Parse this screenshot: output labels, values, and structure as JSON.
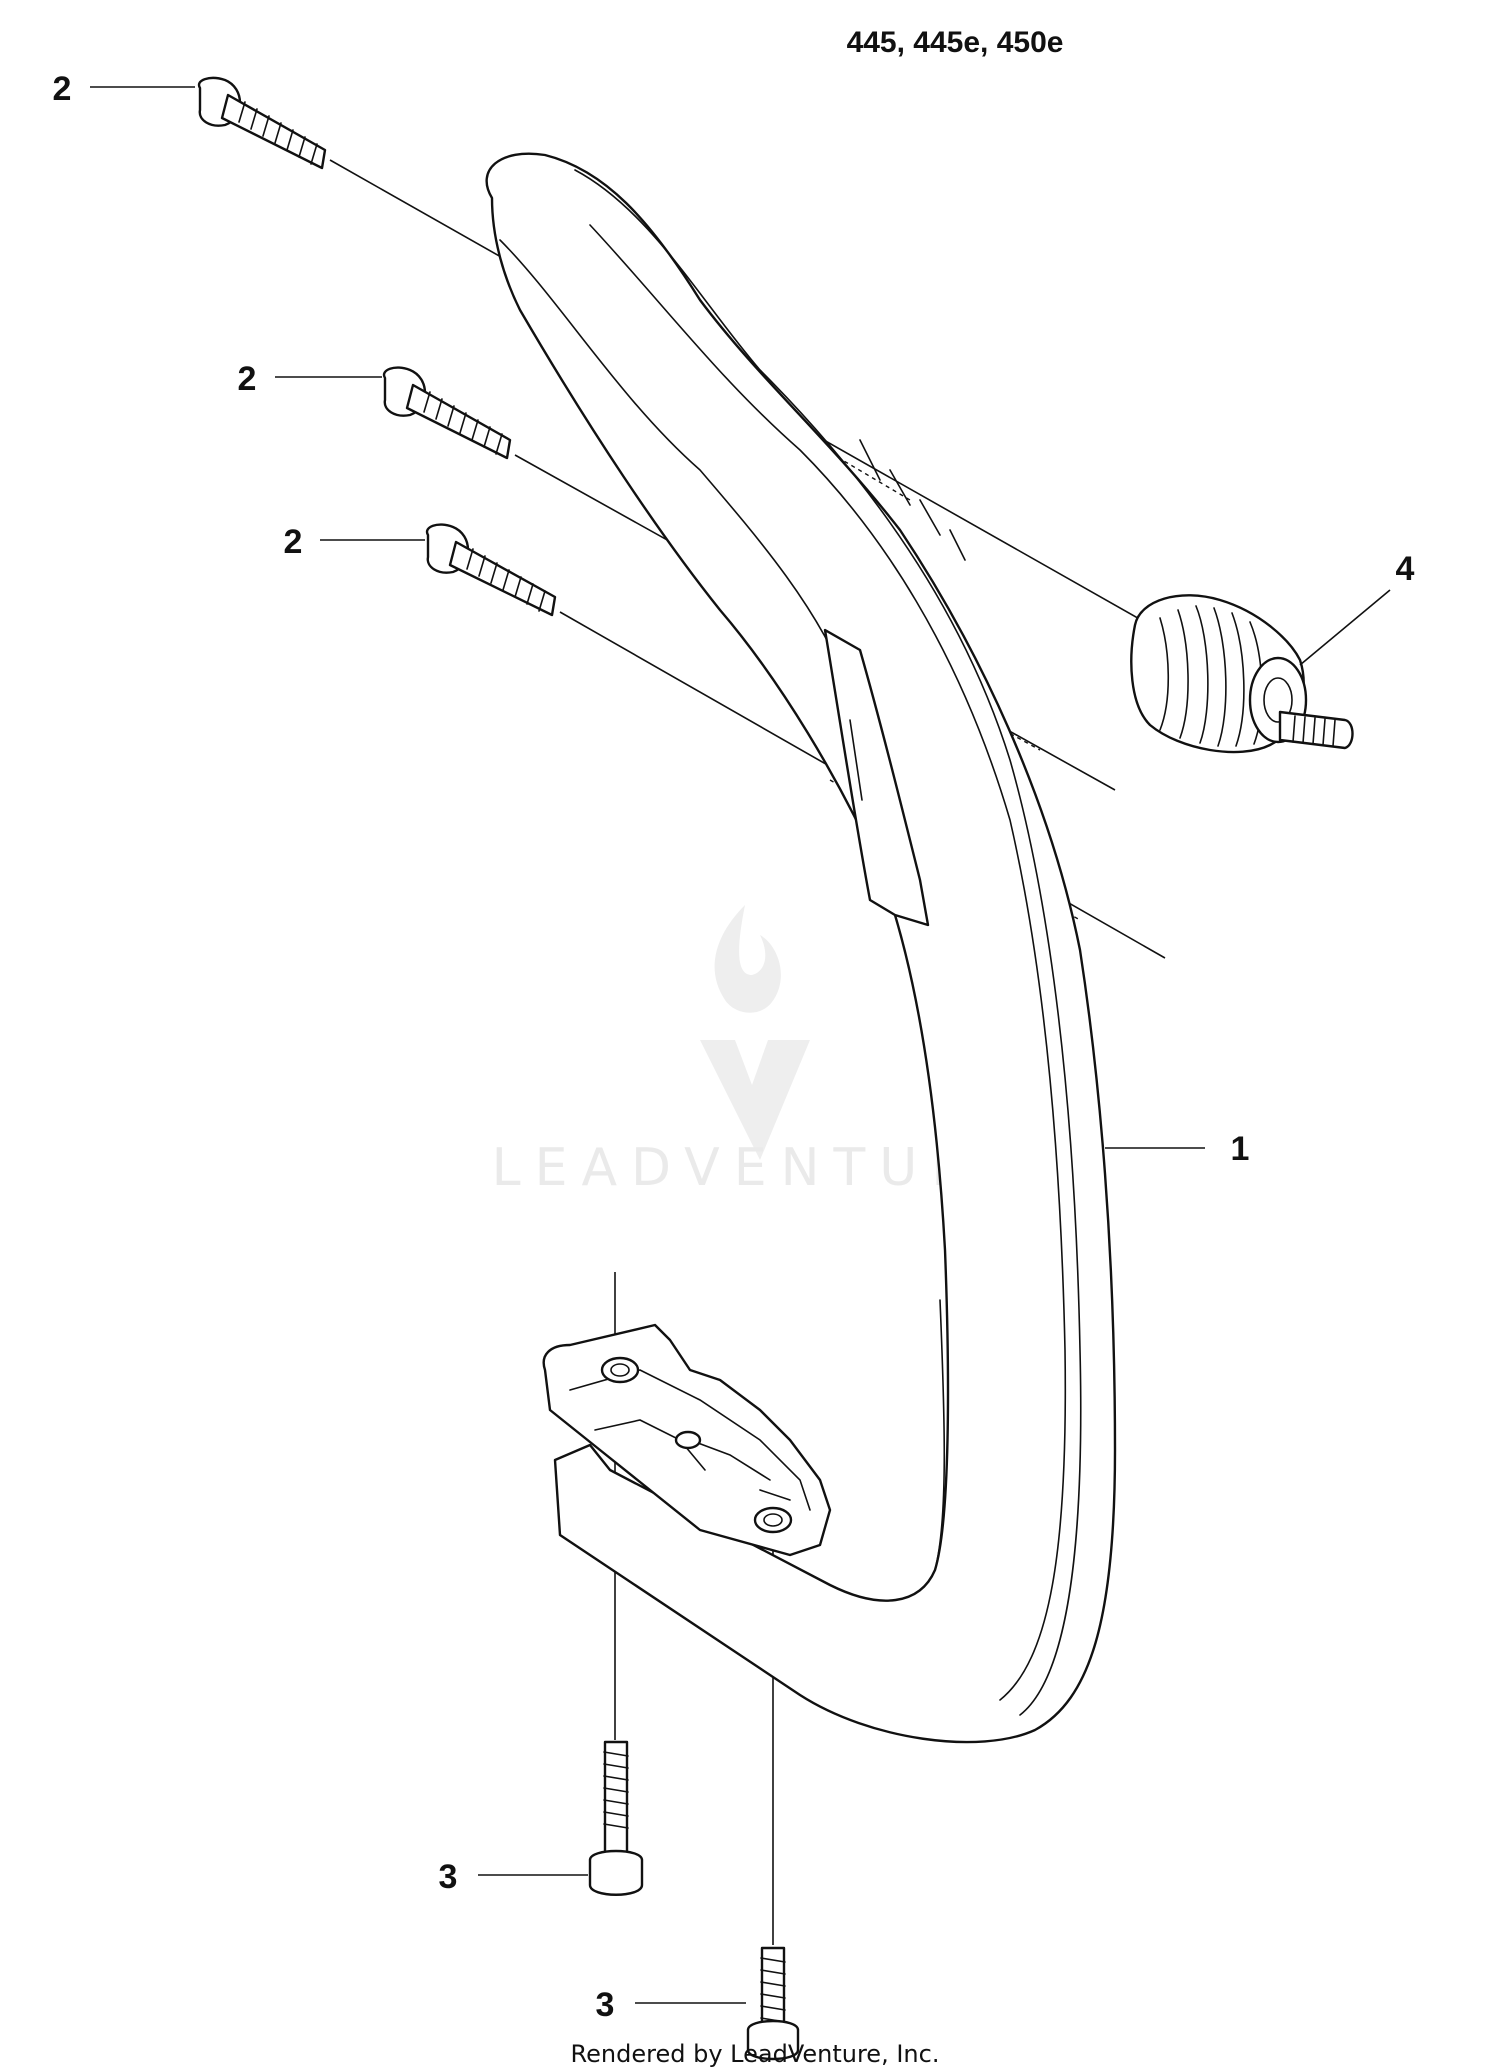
{
  "header": {
    "model_numbers": "445, 445e, 450e"
  },
  "callouts": {
    "part_1": "1",
    "part_2": "2",
    "part_3": "3",
    "part_4": "4"
  },
  "watermark": {
    "text": "LEADVENTURE"
  },
  "footer": {
    "credit": "Rendered by LeadVenture, Inc."
  }
}
